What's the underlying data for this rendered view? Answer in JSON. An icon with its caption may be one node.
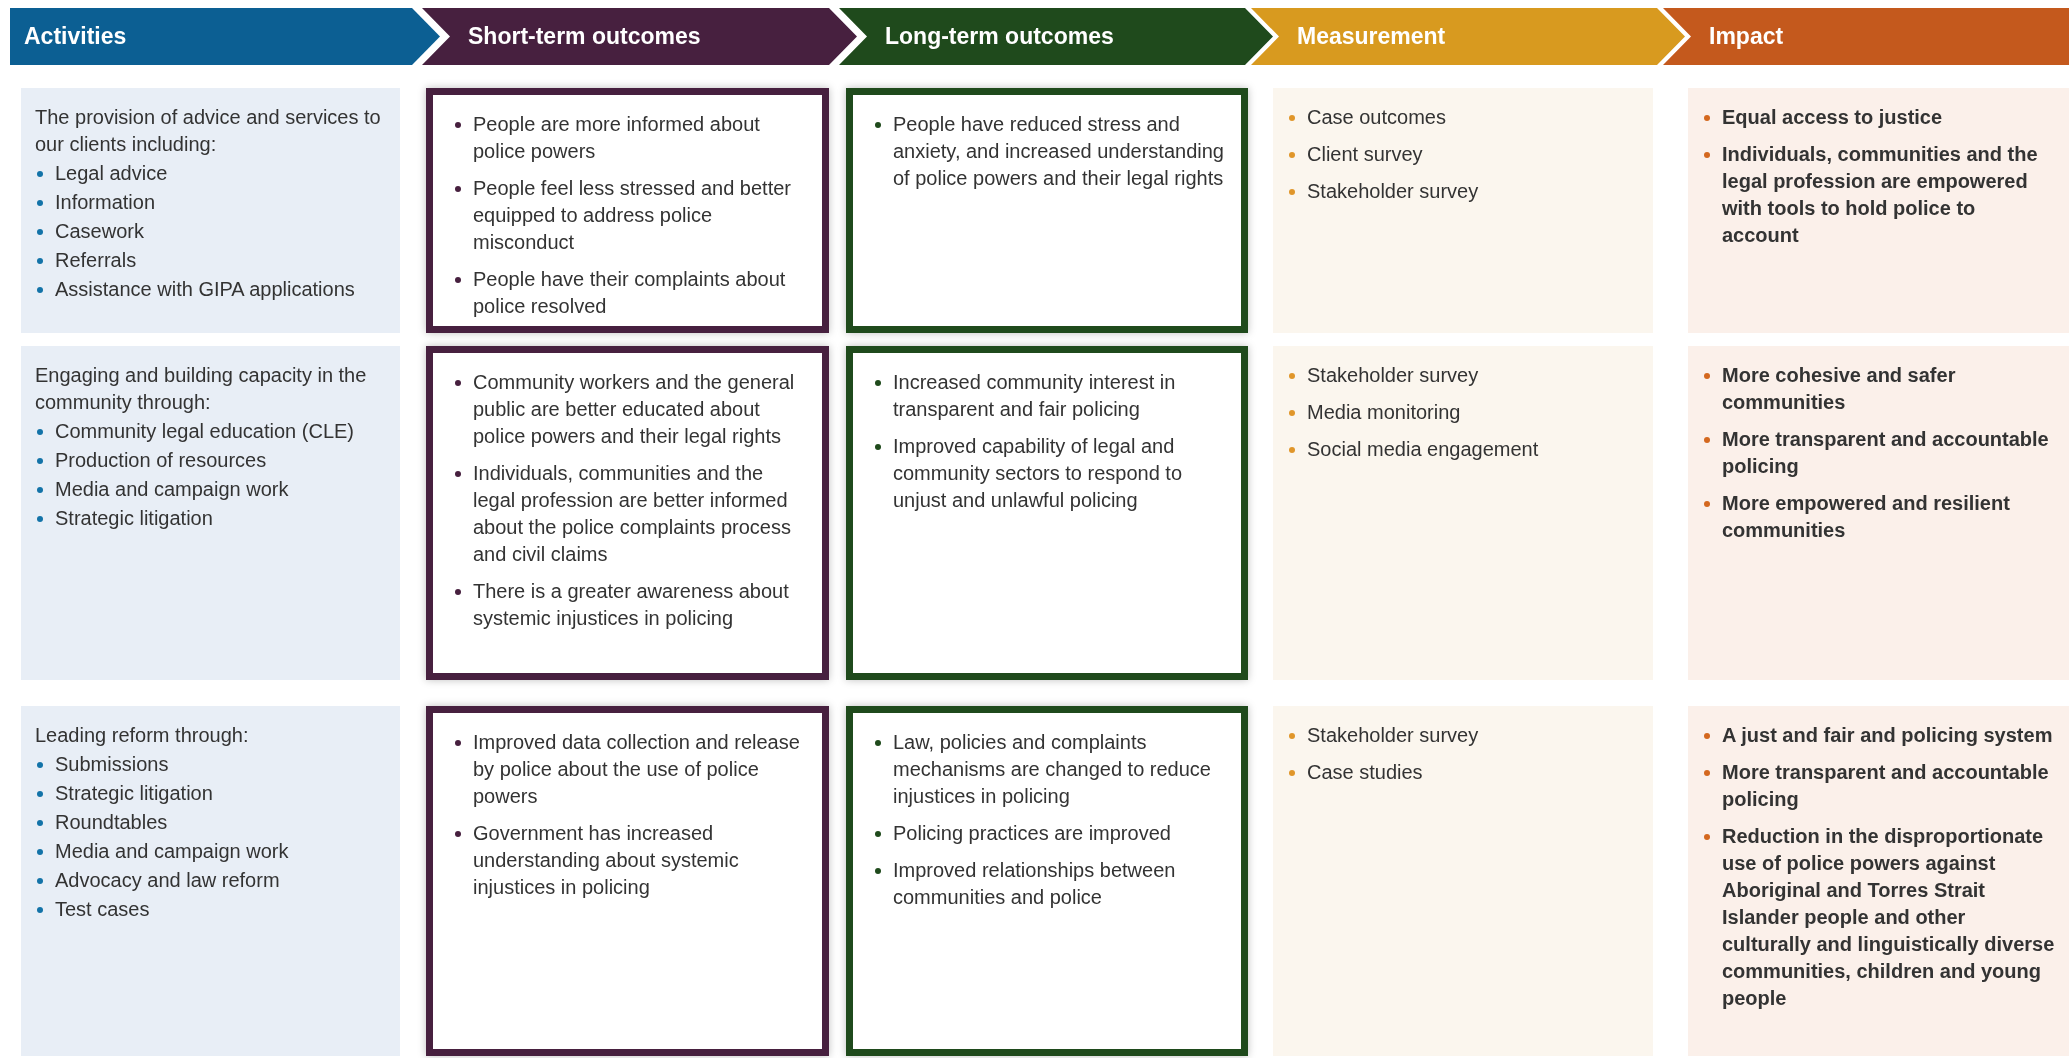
{
  "diagram": {
    "nodes": [
      {
        "text": [
          "Activities"
        ]
      },
      {
        "text": [
          "Short-term outcomes"
        ]
      },
      {
        "text": [
          "Long-term outcomes"
        ]
      },
      {
        "text": [
          "Measurement"
        ]
      },
      {
        "text": [
          "Impact"
        ]
      },
      {
        "text": [
          "The provision of advice and services to our clients including:",
          "Legal advice",
          "Information",
          "Casework",
          "Referrals",
          "Assistance with GIPA applications"
        ]
      },
      {
        "text": [
          "People are more informed about police powers",
          "People feel less stressed and better equipped to address police misconduct",
          "People have their complaints about police resolved"
        ]
      },
      {
        "text": [
          "People have reduced stress and anxiety, and increased understanding of police powers and their legal rights"
        ]
      },
      {
        "text": [
          "Case outcomes",
          "Client survey",
          "Stakeholder survey"
        ]
      },
      {
        "text": [
          "Equal access to justice",
          "Individuals, communities and the legal profession are empowered with tools to hold police to account"
        ]
      },
      {
        "text": [
          "Engaging and building capacity in the community through:",
          "Community legal education (CLE)",
          "Production of resources",
          "Media and campaign work",
          "Strategic litigation"
        ]
      },
      {
        "text": [
          "Community workers and the general public are better educated about police powers and their legal rights",
          "Individuals, communities and the legal profession are better informed about the police complaints process and civil claims",
          "There is a greater awareness about systemic injustices in policing"
        ]
      },
      {
        "text": [
          "Increased community interest in transparent and fair policing",
          "Improved capability of legal and community sectors to respond to unjust and unlawful policing"
        ]
      },
      {
        "text": [
          "Stakeholder survey",
          "Media monitoring",
          "Social media engagement"
        ]
      },
      {
        "text": [
          "More cohesive and safer communities",
          "More transparent and accountable policing",
          "More empowered and resilient communities"
        ]
      },
      {
        "text": [
          "Leading reform through:",
          "Submissions",
          "Strategic litigation",
          "Roundtables",
          "Media and campaign work",
          "Advocacy and law reform",
          "Test cases"
        ]
      },
      {
        "text": [
          "Improved data collection and release by police about the use of police powers",
          "Government has increased understanding about systemic injustices in policing"
        ]
      },
      {
        "text": [
          "Law, policies and complaints mechanisms are changed to reduce injustices in policing",
          "Policing practices are improved",
          "Improved relationships between communities and police"
        ]
      },
      {
        "text": [
          "Stakeholder survey",
          "Case studies"
        ]
      },
      {
        "text": [
          "A just and fair and policing system",
          "More transparent and accountable policing",
          "Reduction in the disproportionate use of police powers against Aboriginal and Torres Strait Islander people and other culturally and linguistically diverse communities, children and young people"
        ]
      }
    ],
    "edges": []
  }
}
